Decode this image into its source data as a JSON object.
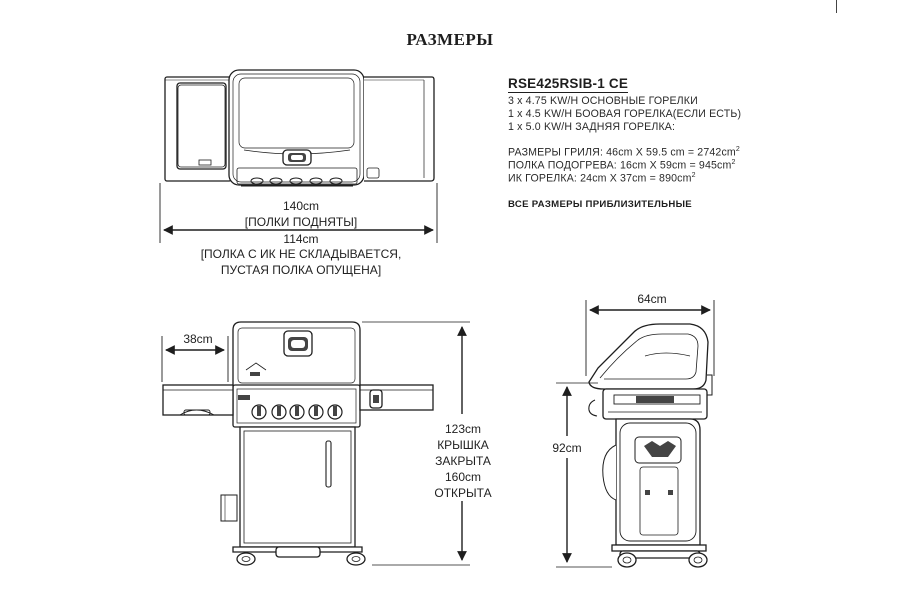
{
  "title": "РАЗМЕРЫ",
  "model": "RSE425RSIB-1 CE",
  "specs": [
    "3 x 4.75 KW/H ОСНОВНЫЕ ГОРЕЛКИ",
    "1 x 4.5 KW/H БООВАЯ ГОРЕЛКА(ЕСЛИ ЕСТЬ)",
    "1 x 5.0 KW/H ЗАДНЯЯ ГОРЕЛКА:"
  ],
  "sizes": [
    {
      "text": "РАЗМЕРЫ ГРИЛЯ: 46cm X 59.5 cm = 2742cm",
      "sup": "2"
    },
    {
      "text": "ПОЛКА ПОДОГРЕВА: 16cm X 59cm = 945cm",
      "sup": "2"
    },
    {
      "text": "ИК ГОРЕЛКА: 24cm X 37cm = 890cm",
      "sup": "2"
    }
  ],
  "note": "ВСЕ РАЗМЕРЫ ПРИБЛИЗИТЕЛЬНЫЕ",
  "top_view": {
    "width_raised": "140cm",
    "raised_label": "[ПОЛКИ ПОДНЯТЫ]",
    "width_folded": "114cm",
    "folded_line1": "[ПОЛКА С ИК НЕ СКЛАДЫВАЕТСЯ,",
    "folded_line2": "ПУСТАЯ ПОЛКА ОПУЩЕНА]"
  },
  "front_view": {
    "shelf_depth": "38cm",
    "height_closed": "123cm",
    "lid_word1": "КРЫШКА",
    "lid_word2": "ЗАКРЫТА",
    "height_open": "160cm",
    "open_word": "ОТКРЫТА"
  },
  "side_view": {
    "depth": "64cm",
    "height": "92cm"
  }
}
